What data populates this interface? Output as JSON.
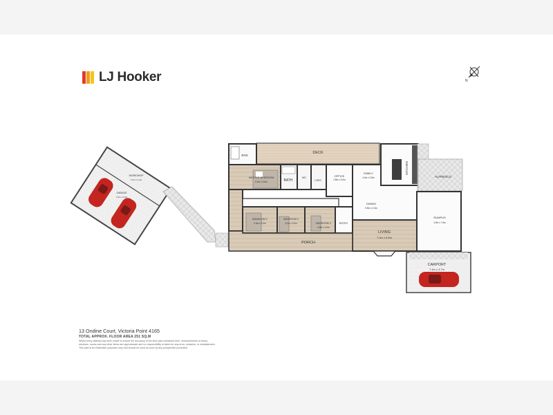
{
  "brand": {
    "name": "LJ Hooker",
    "colors": {
      "red": "#e23a2a",
      "orange": "#f39a1e",
      "yellow": "#f5c518"
    }
  },
  "compass": {
    "label": "N",
    "icon": "north-arrow-icon"
  },
  "rooms": {
    "deck": "DECK",
    "ens": "ENS",
    "master": "MASTER BEDROOM",
    "master_size": "5.3m x 3.6m",
    "bath": "BATH",
    "wc": "WC",
    "ldry": "L'DRY",
    "office": "OFFICE",
    "office_size": "2.8m x 3.0m",
    "family": "FAMILY",
    "family_size": "4.4m x 2.8m",
    "kitchen": "KITCHEN",
    "alfresco": "ALFRESCO",
    "dining": "DINING",
    "dining_size": "5.5m x 2.3m",
    "bed2": "BEDROOM 2",
    "bed2_size": "3.4m x 3.4m",
    "bed3": "BEDROOM 3",
    "bed3_size": "3.1m x 3.0m",
    "bed4": "BEDROOM 4",
    "bed4_size": "3.8m x 3.0m",
    "entry": "ENTRY",
    "living": "LIVING",
    "living_size": "7.5m x 6.5m",
    "rumpus": "RUMPUS",
    "rumpus_size": "4.9m x 7.6m",
    "porch": "PORCH",
    "carport": "CARPORT",
    "carport_size": "7.4m x 4.7m",
    "workshop": "WORKSHOP",
    "workshop_size": "7.6m x 4.4m",
    "garage": "GARAGE",
    "garage_size": "7.8m x 6.0m"
  },
  "footer": {
    "address": "13 Ondine Court, Victoria Point 4165",
    "floor_area": "TOTAL APPROX. FLOOR AREA 251 SQ.M",
    "disclaimer_1": "Whilst every attempt has been made to ensure the accuracy of the floor plan contained here, measurements of doors,",
    "disclaimer_2": "windows, rooms and any other items are approximate and no responsibility is taken for any error, omission, or misstatement.",
    "disclaimer_3": "This plan is for illustrative purposes only and should be used as such by any prospective purchaser."
  }
}
